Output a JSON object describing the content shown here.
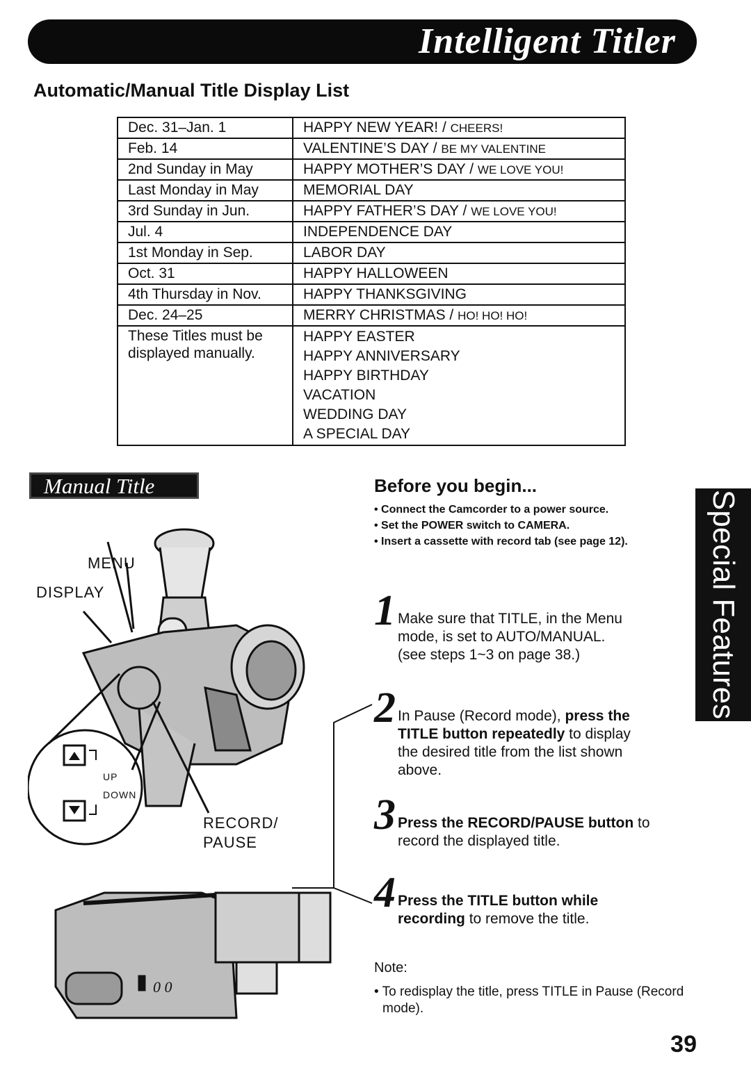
{
  "banner": {
    "title": "Intelligent Titler"
  },
  "section_heading": "Automatic/Manual Title Display List",
  "title_table": {
    "rows": [
      {
        "date": "Dec. 31–Jan. 1",
        "title_main": "HAPPY NEW YEAR! / ",
        "title_sub": "CHEERS!"
      },
      {
        "date": "Feb. 14",
        "title_main": "VALENTINE’S DAY / ",
        "title_sub": "BE MY VALENTINE"
      },
      {
        "date": "2nd Sunday in May",
        "title_main": "HAPPY MOTHER’S DAY / ",
        "title_sub": "WE LOVE YOU!"
      },
      {
        "date": "Last Monday in May",
        "title_main": "MEMORIAL DAY",
        "title_sub": ""
      },
      {
        "date": "3rd Sunday in Jun.",
        "title_main": "HAPPY FATHER’S DAY / ",
        "title_sub": "WE LOVE YOU!"
      },
      {
        "date": "Jul. 4",
        "title_main": "INDEPENDENCE DAY",
        "title_sub": ""
      },
      {
        "date": "1st Monday in Sep.",
        "title_main": "LABOR DAY",
        "title_sub": ""
      },
      {
        "date": "Oct. 31",
        "title_main": "HAPPY HALLOWEEN",
        "title_sub": ""
      },
      {
        "date": "4th Thursday in Nov.",
        "title_main": "HAPPY THANKSGIVING",
        "title_sub": ""
      },
      {
        "date": "Dec. 24–25",
        "title_main": "MERRY CHRISTMAS / ",
        "title_sub": "HO! HO! HO!"
      }
    ],
    "manual_note_line1": "These Titles must be",
    "manual_note_line2": "displayed manually.",
    "manual_titles": [
      "HAPPY EASTER",
      "HAPPY ANNIVERSARY",
      "HAPPY BIRTHDAY",
      "VACATION",
      "WEDDING DAY",
      "A SPECIAL DAY"
    ]
  },
  "manual_title_label": "Manual Title",
  "figure_labels": {
    "menu": "MENU",
    "display": "DISPLAY",
    "up": "UP",
    "down": "DOWN",
    "record_pause_line1": "RECORD/",
    "record_pause_line2": "PAUSE"
  },
  "before": {
    "heading": "Before you begin...",
    "items": [
      "Connect the Camcorder to a power source.",
      "Set the POWER switch to CAMERA.",
      "Insert a cassette with record tab (see page 12)."
    ]
  },
  "steps": [
    {
      "num": "1",
      "line1": "Make sure that TITLE, in the Menu",
      "line2": "mode, is set to AUTO/MANUAL.",
      "line3": "(see steps 1~3 on page 38.)"
    },
    {
      "num": "2",
      "pre": "In Pause (Record mode), ",
      "bold1": "press the",
      "bold2": "TITLE button repeatedly",
      "post": " to display",
      "line3": "the desired title from the list shown",
      "line4": "above."
    },
    {
      "num": "3",
      "bold": "Press the RECORD/PAUSE button",
      "post": " to",
      "line2": "record the displayed title."
    },
    {
      "num": "4",
      "bold1": "Press the TITLE button while",
      "bold2": "recording",
      "post": " to remove the title."
    }
  ],
  "note": {
    "heading": "Note:",
    "text": "To redisplay the title, press TITLE in Pause (Record mode)."
  },
  "side_tab": "Special Features",
  "page_number": "39"
}
